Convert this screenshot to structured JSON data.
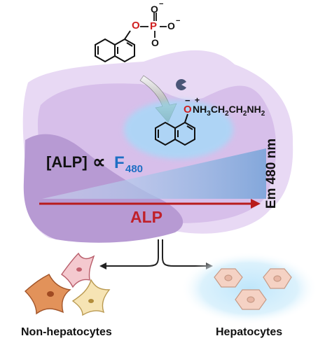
{
  "figure": {
    "substrate_o_label": "O",
    "substrate_p_label": "P",
    "substrate_o_upper": "O",
    "substrate_o_lower": "O",
    "substrate_o_right": "O",
    "minus_sign": "−",
    "product_charge_minus": "−",
    "product_charge_plus": "+",
    "product_o_label": "O",
    "product_amine_label": "NH3CH2CH2NH2",
    "equation_left": "[ALP]",
    "equation_symbol": "∝",
    "equation_f": "F",
    "equation_f_sub": "480",
    "x_axis_label": "ALP",
    "y_axis_label": "Em 480 nm",
    "non_hepatocytes_label": "Non-hepatocytes",
    "hepatocytes_label": "Hepatocytes"
  },
  "colors": {
    "cell_membrane": "#e7d8f3",
    "cell_inner": "#c9aee0",
    "cell_dark": "#b08bcf",
    "arrow_red": "#b81c1c",
    "label_red": "#c0202a",
    "label_blue": "#1e6fc4",
    "phosphate_red": "#d02020",
    "glow_cyan": "#7fe3ff",
    "wedge_blue": "#7fa6da"
  }
}
